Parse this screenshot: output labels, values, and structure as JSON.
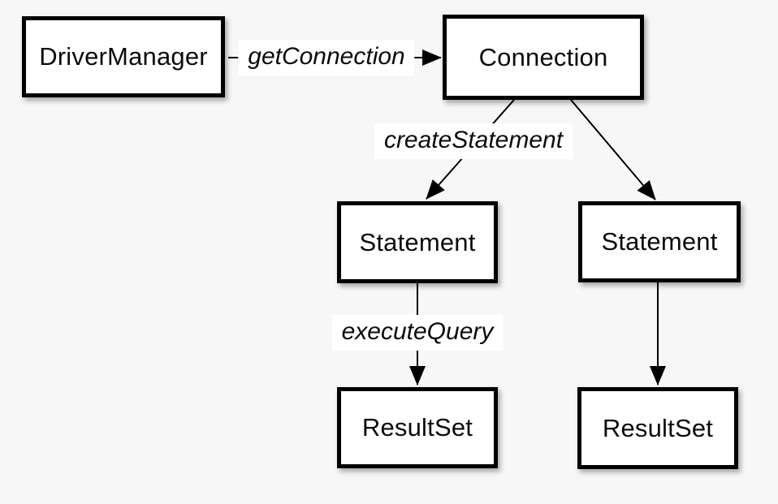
{
  "colors": {
    "background": "#f7f7f7",
    "box_fill": "#ffffff",
    "box_border": "#000000",
    "line": "#000000",
    "label_background": "#ffffff",
    "text": "#0b0b0b"
  },
  "nodes": [
    {
      "id": "driver-manager",
      "label": "DriverManager"
    },
    {
      "id": "connection",
      "label": "Connection"
    },
    {
      "id": "statement-left",
      "label": "Statement"
    },
    {
      "id": "statement-right",
      "label": "Statement"
    },
    {
      "id": "resultset-left",
      "label": "ResultSet"
    },
    {
      "id": "resultset-right",
      "label": "ResultSet"
    }
  ],
  "edge_labels": [
    {
      "text": "getConnection"
    },
    {
      "text": "createStatement"
    },
    {
      "text": "executeQuery"
    }
  ],
  "edges": [
    {
      "from": "DriverManager",
      "to": "Connection",
      "label": "getConnection"
    },
    {
      "from": "Connection",
      "to": "Statement (left)",
      "label": "createStatement"
    },
    {
      "from": "Connection",
      "to": "Statement (right)",
      "label": ""
    },
    {
      "from": "Statement (left)",
      "to": "ResultSet (left)",
      "label": "executeQuery"
    },
    {
      "from": "Statement (right)",
      "to": "ResultSet (right)",
      "label": ""
    }
  ]
}
